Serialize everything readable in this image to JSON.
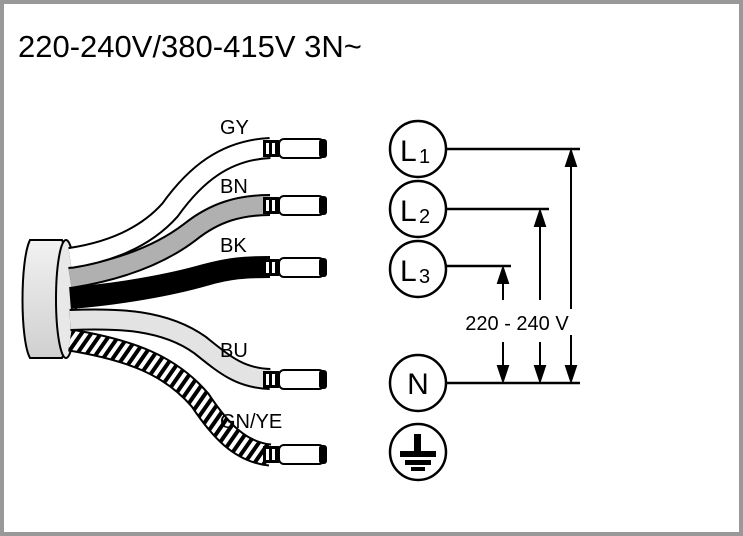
{
  "title": "220-240V/380-415V 3N~",
  "wires": [
    {
      "id": "gy",
      "label": "GY",
      "color": "#ffffff"
    },
    {
      "id": "bn",
      "label": "BN",
      "color": "#b3b3b3"
    },
    {
      "id": "bk",
      "label": "BK",
      "color": "#000000"
    },
    {
      "id": "bu",
      "label": "BU",
      "color": "#e0e0e0"
    },
    {
      "id": "gnye",
      "label": "GN/YE",
      "color": "striped"
    }
  ],
  "terminals": [
    {
      "id": "l1",
      "letter": "L",
      "sub": "1"
    },
    {
      "id": "l2",
      "letter": "L",
      "sub": "2"
    },
    {
      "id": "l3",
      "letter": "L",
      "sub": "3"
    },
    {
      "id": "n",
      "letter": "N",
      "sub": ""
    },
    {
      "id": "pe",
      "icon": "ground-icon"
    }
  ],
  "voltage_label": "220 - 240 V",
  "colors": {
    "border": "#999999",
    "line": "#000000",
    "cable_sheath": "#e6e6e6"
  }
}
